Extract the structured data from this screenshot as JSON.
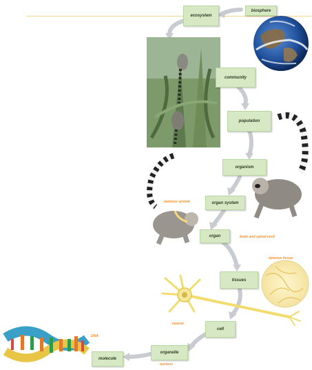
{
  "levels": {
    "biosphere": "biosphere",
    "ecosystem": "ecosystem",
    "community": "community",
    "population": "population",
    "organism": "organism",
    "organ_system": "organ system",
    "organ": "organ",
    "tissues": "tissues",
    "cell": "cell",
    "organelle": "organelle",
    "molecule": "molecule"
  },
  "annotations": {
    "nervous_system": "nervous system",
    "brain_spinal": "brain and spinal cord",
    "nervous_tissue": "nervous tissue",
    "neuron": "neuron",
    "dna": "DNA",
    "nucleus": "nucleus"
  },
  "colors": {
    "box_fill": "#d6e9c4",
    "arrow": "#c8ccd0",
    "label_orange": "#f28f2c"
  }
}
